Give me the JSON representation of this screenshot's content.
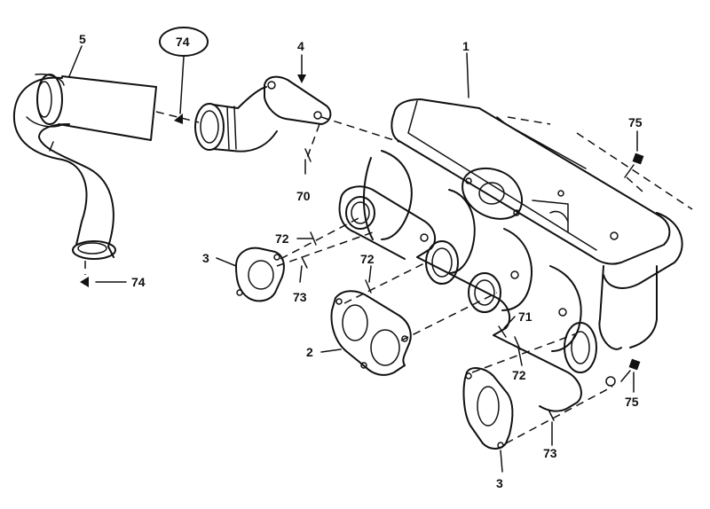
{
  "diagram": {
    "callouts": {
      "hose": "5",
      "clamp_circled": "74",
      "elbow": "4",
      "manifold": "1",
      "stud_right_top": "75",
      "bolt_elbow": "70",
      "nut_upper": "72",
      "gasket_left": "3",
      "washer_upper": "73",
      "nut_mid": "72",
      "gasket_double": "2",
      "clamp_lower": "74",
      "bolt_lower": "71",
      "nut_lower": "72",
      "stud_right_bottom": "75",
      "washer_lower": "73",
      "gasket_bottom": "3"
    }
  }
}
